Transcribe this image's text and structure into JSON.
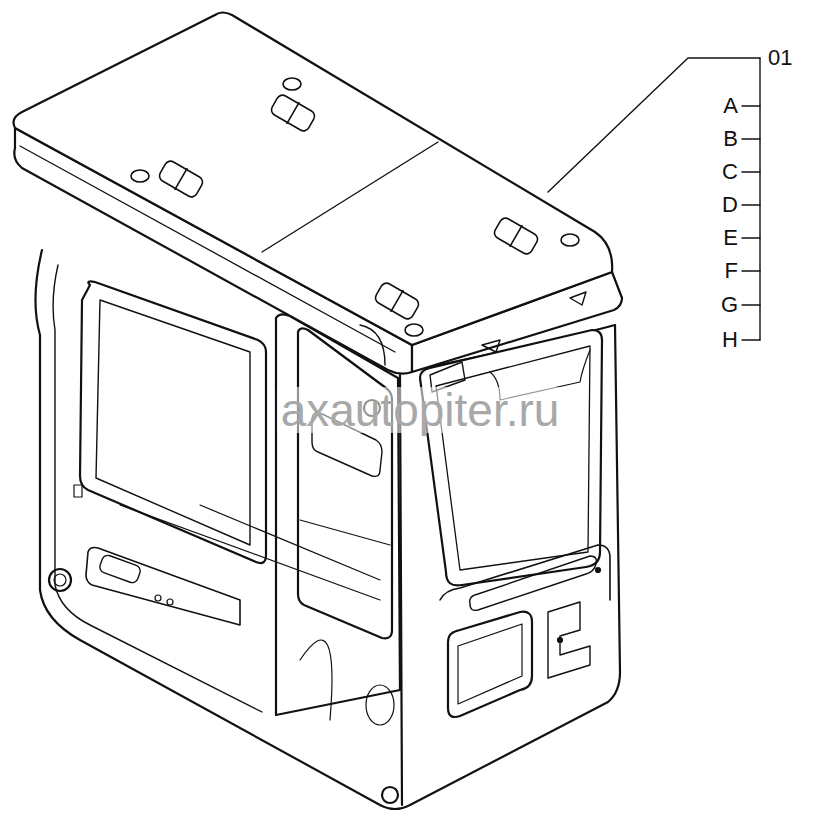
{
  "diagram": {
    "labels": [
      "01",
      "A",
      "B",
      "C",
      "D",
      "E",
      "F",
      "G",
      "H",
      "axautopiter.ru"
    ]
  }
}
